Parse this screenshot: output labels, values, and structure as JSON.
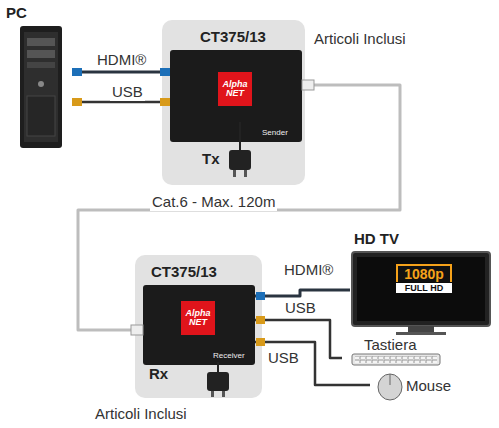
{
  "diagram": {
    "nodes": [
      {
        "text": [
          "PC"
        ]
      },
      {
        "text": [
          "CT375/13",
          "Articoli Inclusi",
          "Tx"
        ]
      },
      {
        "text": [
          "Alpha NET",
          "Sender"
        ],
        "in": 1
      },
      {
        "text": [
          "CT375/13",
          "Rx",
          "Articoli Inclusi"
        ]
      },
      {
        "text": [
          "Alpha NET",
          "Receiver"
        ],
        "in": 3
      },
      {
        "text": [
          "HD TV",
          "1080p",
          "FULL HD"
        ]
      },
      {
        "text": [
          "Tastiera"
        ]
      },
      {
        "text": [
          "Mouse"
        ]
      }
    ],
    "edges": [
      {
        "from": 0,
        "to": 2,
        "label": "HDMI®",
        "arrow": "none"
      },
      {
        "from": 0,
        "to": 2,
        "label": "USB",
        "arrow": "none"
      },
      {
        "from": 2,
        "to": 4,
        "label": "Cat.6 - Max. 120m",
        "arrow": "none"
      },
      {
        "from": 4,
        "to": 5,
        "label": "HDMI®",
        "arrow": "none"
      },
      {
        "from": 4,
        "to": 6,
        "label": "USB",
        "arrow": "none"
      },
      {
        "from": 4,
        "to": 7,
        "label": "USB",
        "arrow": "none"
      }
    ]
  }
}
